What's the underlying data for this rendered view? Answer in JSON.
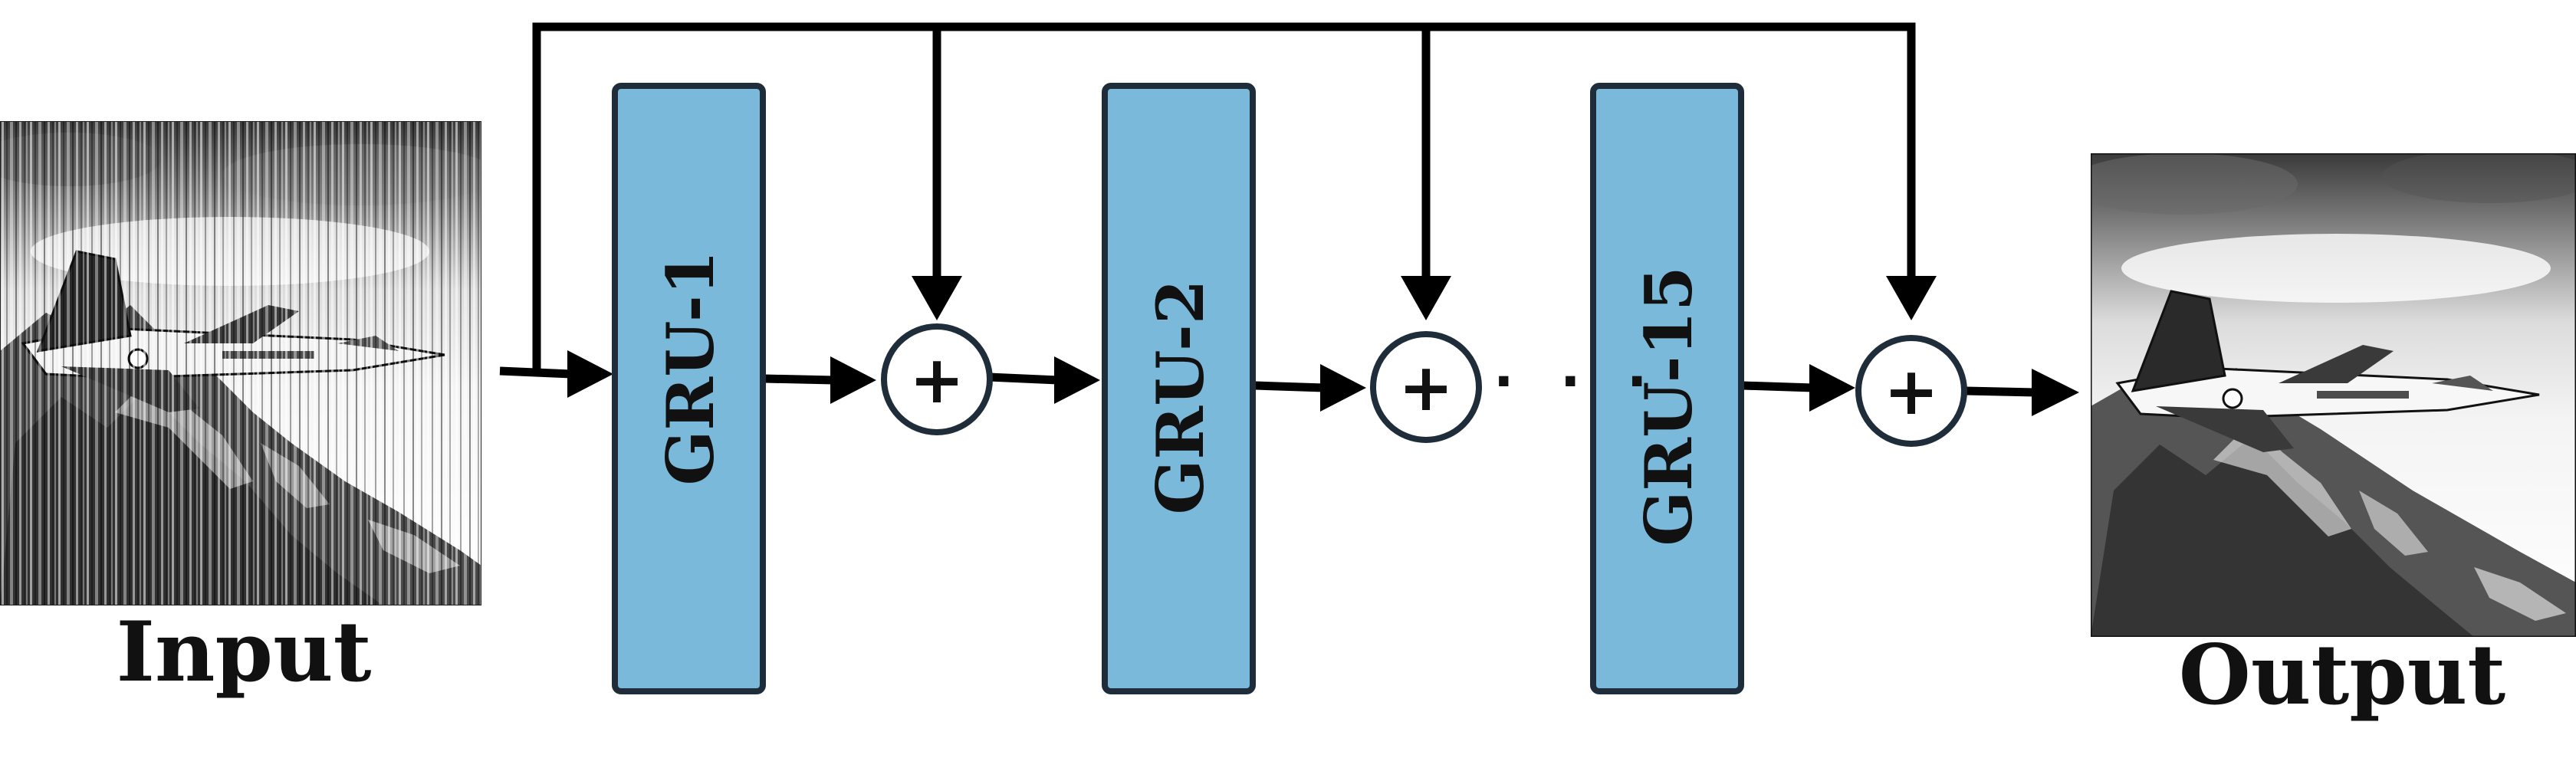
{
  "input": {
    "label": "Input"
  },
  "output": {
    "label": "Output"
  },
  "blocks": [
    {
      "label": "GRU-1"
    },
    {
      "label": "GRU-2"
    },
    {
      "label": "GRU-15"
    }
  ],
  "adder": {
    "symbol": "+"
  },
  "ellipsis": "· · ·",
  "colors": {
    "block_fill": "#7ab9d9",
    "block_stroke": "#1f2d3a",
    "line": "#000000",
    "circle_stroke": "#1f2d3a"
  },
  "images": {
    "input": "noisy-aircraft-over-mountains",
    "output": "denoised-aircraft-over-mountains"
  }
}
